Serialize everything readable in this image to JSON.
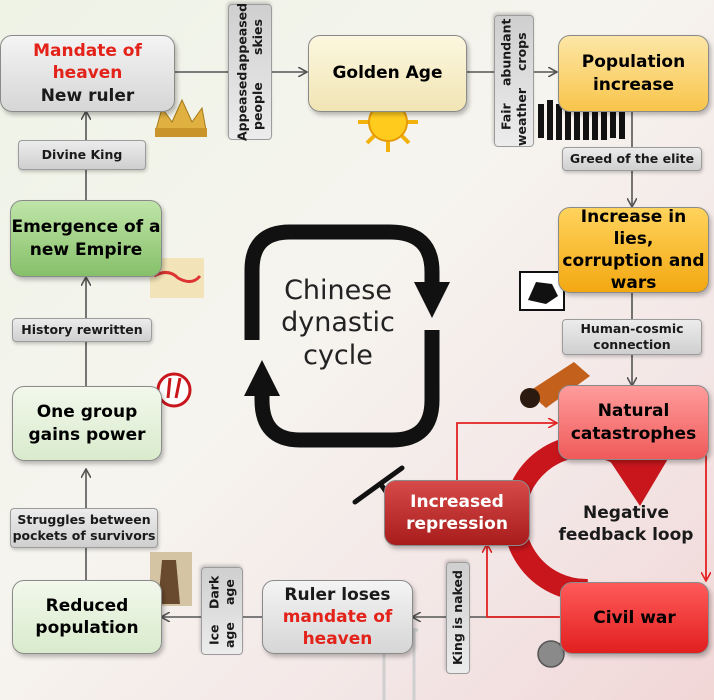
{
  "nodes": {
    "mandate": {
      "line1": "Mandate of",
      "line2": "heaven",
      "line3": "New ruler"
    },
    "golden_age": {
      "text": "Golden Age"
    },
    "population_increase": {
      "line1": "Population",
      "line2": "increase"
    },
    "increase_lies": {
      "line1": "Increase in lies,",
      "line2": "corruption and",
      "line3": "wars"
    },
    "natural_catastrophes": {
      "line1": "Natural",
      "line2": "catastrophes"
    },
    "civil_war": {
      "text": "Civil war"
    },
    "increased_repression": {
      "line1": "Increased",
      "line2": "repression"
    },
    "negative_feedback": {
      "line1": "Negative",
      "line2": "feedback loop"
    },
    "ruler_loses": {
      "line1": "Ruler loses",
      "line2": "mandate of",
      "line3": "heaven"
    },
    "reduced_population": {
      "line1": "Reduced",
      "line2": "population"
    },
    "one_group": {
      "line1": "One group",
      "line2": "gains power"
    },
    "emergence": {
      "line1": "Emergence of a",
      "line2": "new Empire"
    }
  },
  "labels": {
    "appeased": {
      "line1": "Appeased people",
      "line2": "appeased skies"
    },
    "fair_weather": {
      "line1": "Fair weather",
      "line2": "abundant crops"
    },
    "greed": "Greed of the elite",
    "human_cosmic": {
      "line1": "Human-cosmic",
      "line2": "connection"
    },
    "king_naked": "King is naked",
    "ice_age": {
      "line1": "Ice age",
      "line2": "Dark age"
    },
    "struggles": {
      "line1": "Struggles between",
      "line2": "pockets of survivors"
    },
    "history": "History rewritten",
    "divine_king": "Divine King"
  },
  "center": {
    "line1": "Chinese",
    "line2": "dynastic",
    "line3": "cycle"
  },
  "colors": {
    "arrow": "#555555",
    "loop_red": "#e32222",
    "cycle": "#111111",
    "feedback": "#c8161c"
  },
  "icons": [
    "crown-icon",
    "sun-icon",
    "crowd-icon",
    "fist-icon",
    "meteor-icon",
    "baton-icon",
    "bomb-icon",
    "guillotine-icon",
    "caveman-icon",
    "peace-sign-icon",
    "map-icon"
  ]
}
